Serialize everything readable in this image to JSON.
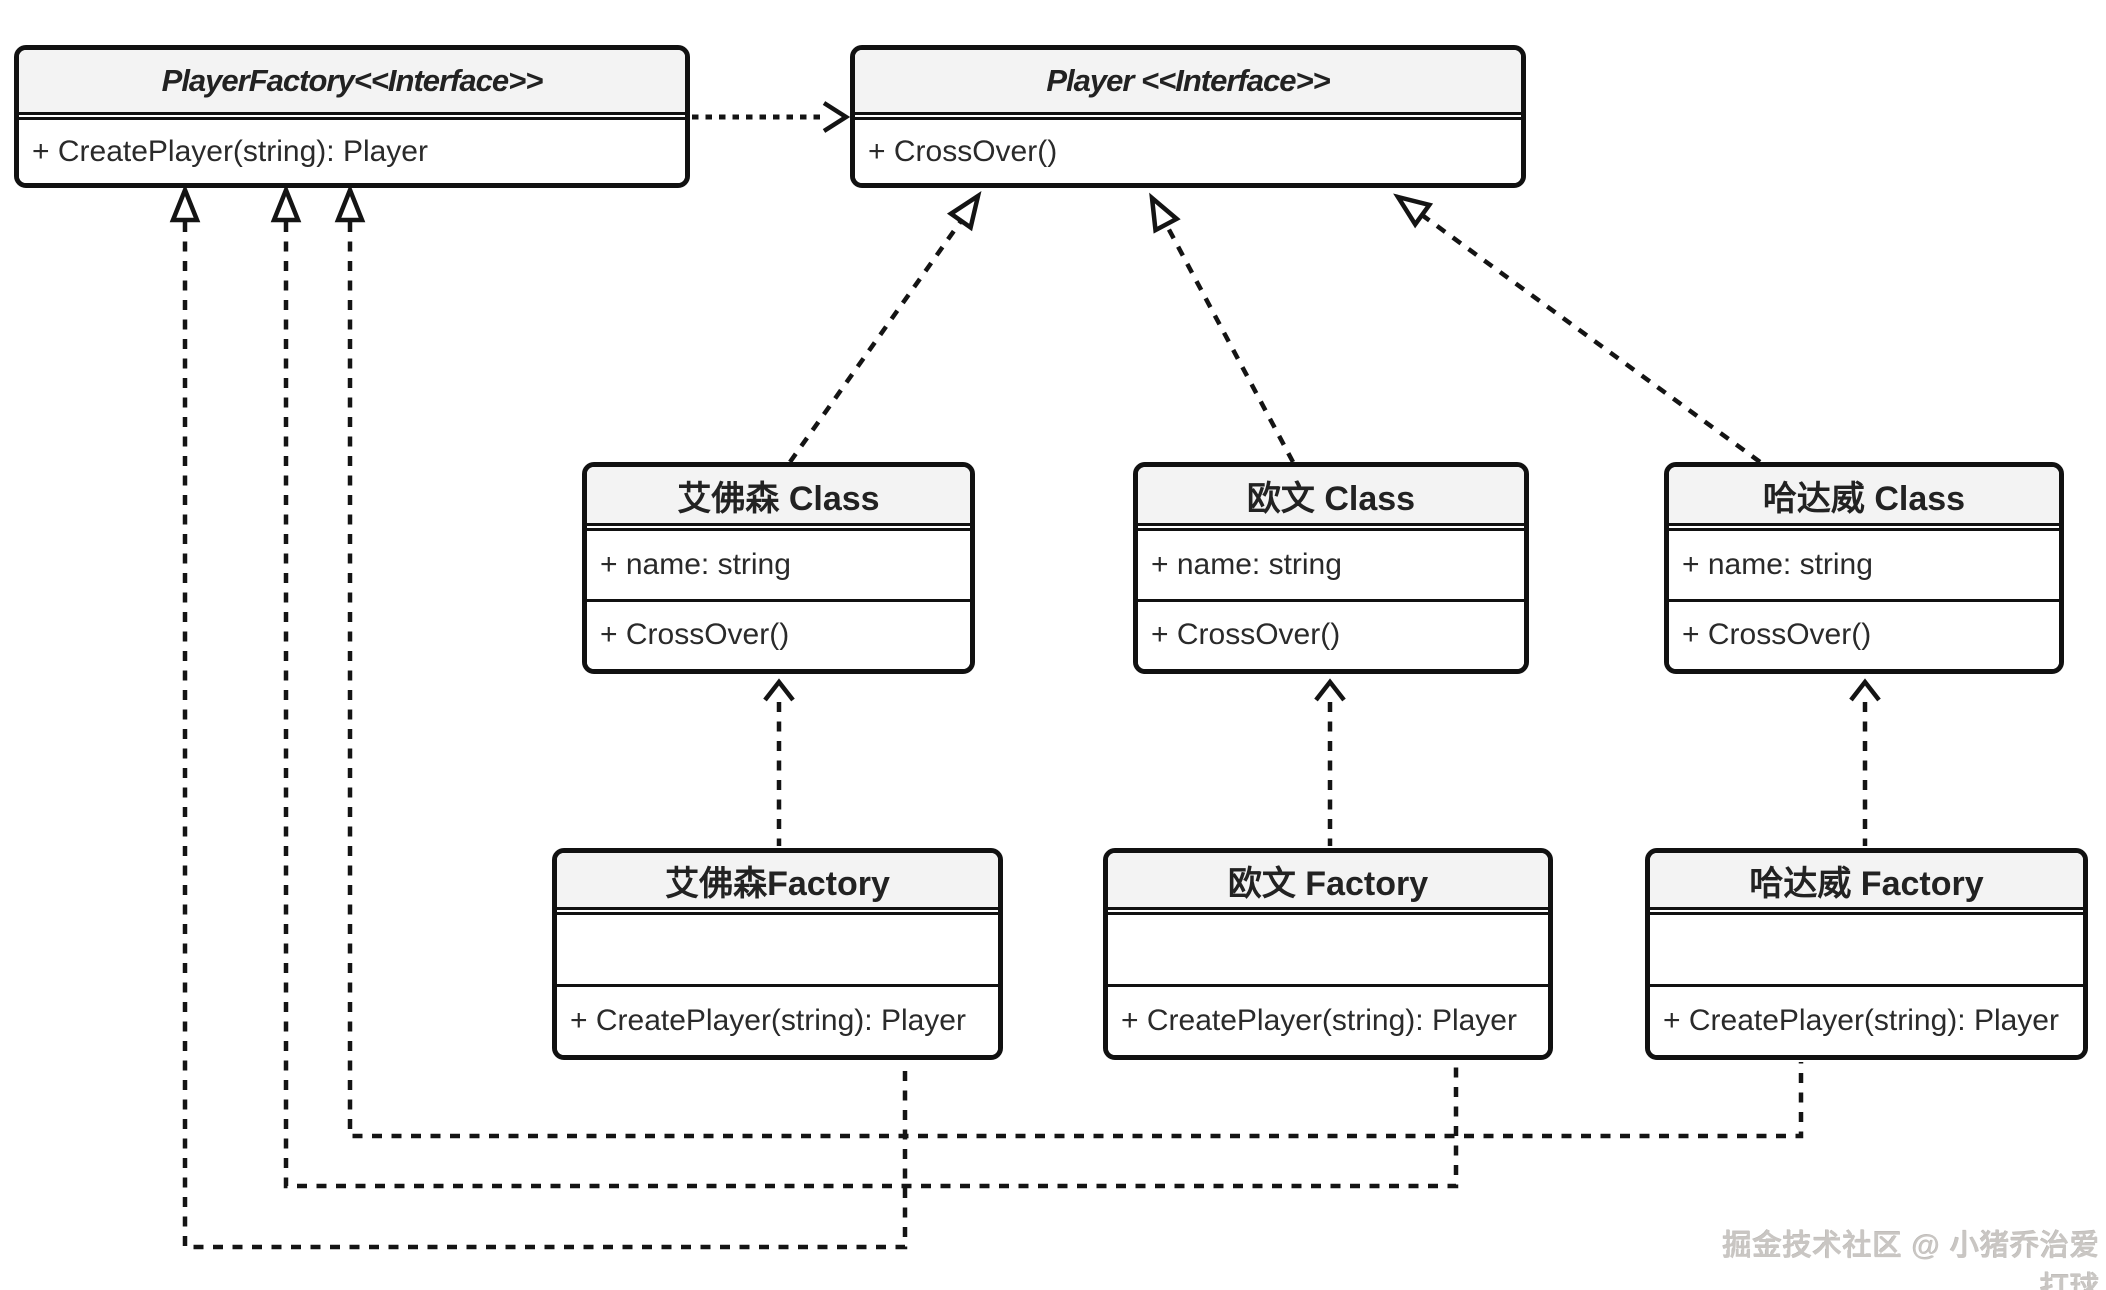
{
  "colors": {
    "background": "#ffffff",
    "box_border": "#111111",
    "header_bg": "#f3f3f3",
    "body_bg": "#ffffff",
    "text": "#2a2a2a",
    "connector": "#141414",
    "watermark_text_color": "#c9c6c3"
  },
  "nodes": {
    "player_factory_interface": {
      "title": "PlayerFactory<<Interface>>",
      "method": "+ CreatePlayer(string): Player"
    },
    "player_interface": {
      "title": "Player <<Interface>>",
      "method": "+ CrossOver()"
    },
    "iverson_class": {
      "title": "艾佛森 Class",
      "attribute": "+ name: string",
      "method": "+ CrossOver()"
    },
    "irving_class": {
      "title": "欧文 Class",
      "attribute": "+ name: string",
      "method": "+ CrossOver()"
    },
    "hardaway_class": {
      "title": "哈达威 Class",
      "attribute": "+ name: string",
      "method": "+ CrossOver()"
    },
    "iverson_factory": {
      "title": "艾佛森Factory",
      "method": "+ CreatePlayer(string): Player"
    },
    "irving_factory": {
      "title": "欧文 Factory",
      "method": "+ CreatePlayer(string): Player"
    },
    "hardaway_factory": {
      "title": "哈达威 Factory",
      "method": "+ CreatePlayer(string): Player"
    }
  },
  "watermark": "掘金技术社区 @ 小猪乔治爱打球"
}
